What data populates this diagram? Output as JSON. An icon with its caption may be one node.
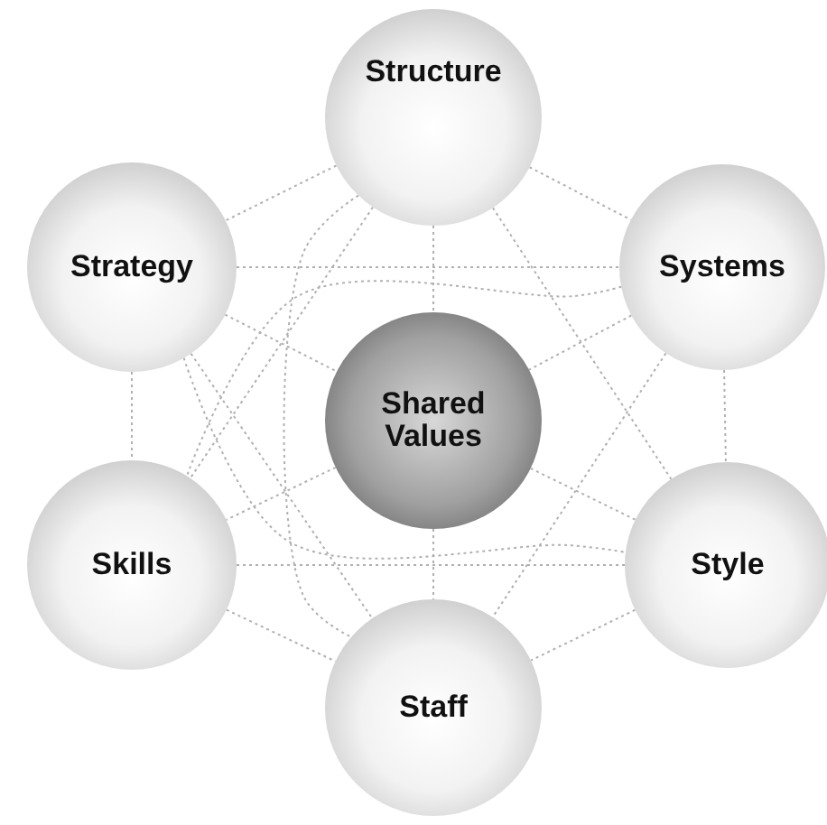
{
  "diagram": {
    "nodes": [
      {
        "text": [
          "Structure"
        ]
      },
      {
        "text": [
          "Strategy"
        ]
      },
      {
        "text": [
          "Systems"
        ]
      },
      {
        "text": [
          "Shared Values"
        ]
      },
      {
        "text": [
          "Skills"
        ]
      },
      {
        "text": [
          "Style"
        ]
      },
      {
        "text": [
          "Staff"
        ]
      }
    ],
    "edges": [
      {
        "from": 0,
        "to": 1,
        "arrow": "none"
      },
      {
        "from": 0,
        "to": 2,
        "arrow": "none"
      },
      {
        "from": 0,
        "to": 3,
        "arrow": "none"
      },
      {
        "from": 0,
        "to": 4,
        "arrow": "none"
      },
      {
        "from": 0,
        "to": 5,
        "arrow": "none"
      },
      {
        "from": 0,
        "to": 6,
        "arrow": "none"
      },
      {
        "from": 1,
        "to": 2,
        "arrow": "none"
      },
      {
        "from": 1,
        "to": 3,
        "arrow": "none"
      },
      {
        "from": 1,
        "to": 4,
        "arrow": "none"
      },
      {
        "from": 1,
        "to": 5,
        "arrow": "none"
      },
      {
        "from": 1,
        "to": 6,
        "arrow": "none"
      },
      {
        "from": 2,
        "to": 3,
        "arrow": "none"
      },
      {
        "from": 2,
        "to": 4,
        "arrow": "none"
      },
      {
        "from": 2,
        "to": 5,
        "arrow": "none"
      },
      {
        "from": 2,
        "to": 6,
        "arrow": "none"
      },
      {
        "from": 3,
        "to": 4,
        "arrow": "none"
      },
      {
        "from": 3,
        "to": 5,
        "arrow": "none"
      },
      {
        "from": 3,
        "to": 6,
        "arrow": "none"
      },
      {
        "from": 4,
        "to": 5,
        "arrow": "none"
      },
      {
        "from": 4,
        "to": 6,
        "arrow": "none"
      },
      {
        "from": 5,
        "to": 6,
        "arrow": "none"
      }
    ]
  }
}
